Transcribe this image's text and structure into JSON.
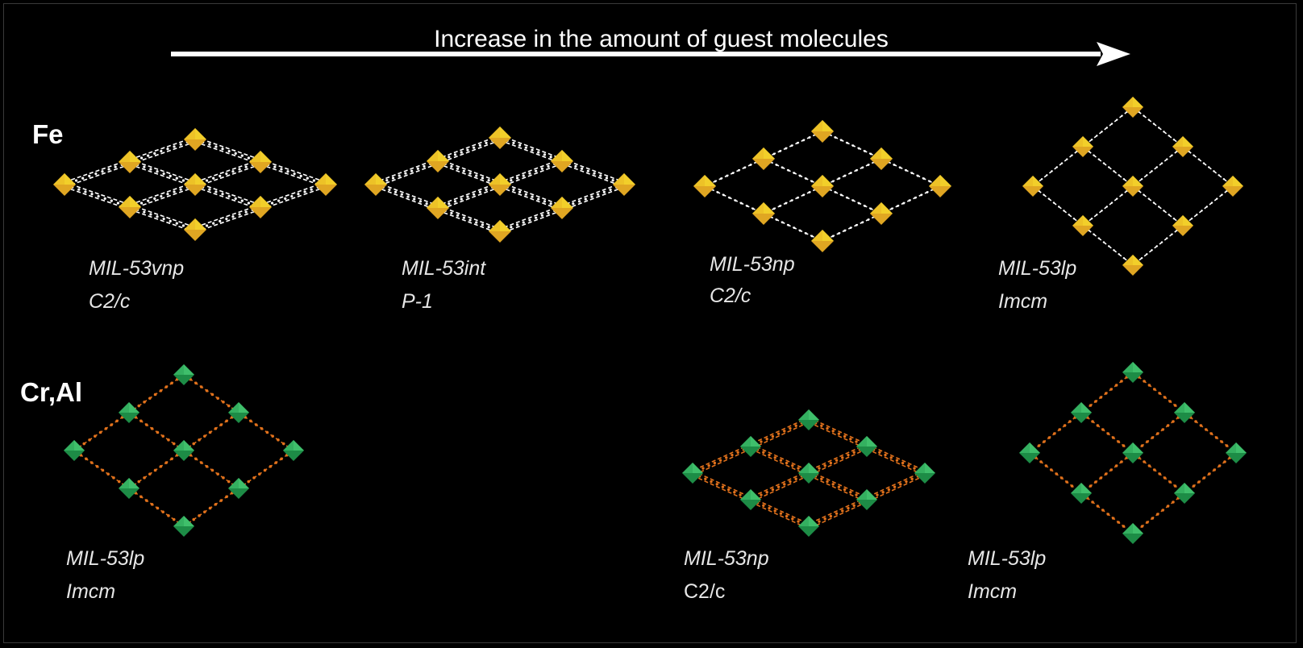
{
  "title": "Increase in the amount of guest molecules",
  "rows": [
    {
      "label": "Fe",
      "structures": [
        {
          "name": "MIL-53vnp",
          "group": "C2/c"
        },
        {
          "name": "MIL-53int",
          "group": "P-1"
        },
        {
          "name": "MIL-53np",
          "group": "C2/c"
        },
        {
          "name": "MIL-53lp",
          "group": "Imcm"
        }
      ]
    },
    {
      "label": "Cr,Al",
      "structures": [
        {
          "name": "MIL-53lp",
          "group": "Imcm"
        },
        {
          "name": "MIL-53np",
          "group": "C2/c"
        },
        {
          "name": "MIL-53lp",
          "group": "Imcm"
        }
      ]
    }
  ],
  "colors": {
    "background": "#000000",
    "text": "#ffffff",
    "fe_node": "#e0a622",
    "fe_node_light": "#f2cf2a",
    "fe_linker": "#ffffff",
    "cral_node": "#1d8c46",
    "cral_linker": "#e2721c"
  }
}
